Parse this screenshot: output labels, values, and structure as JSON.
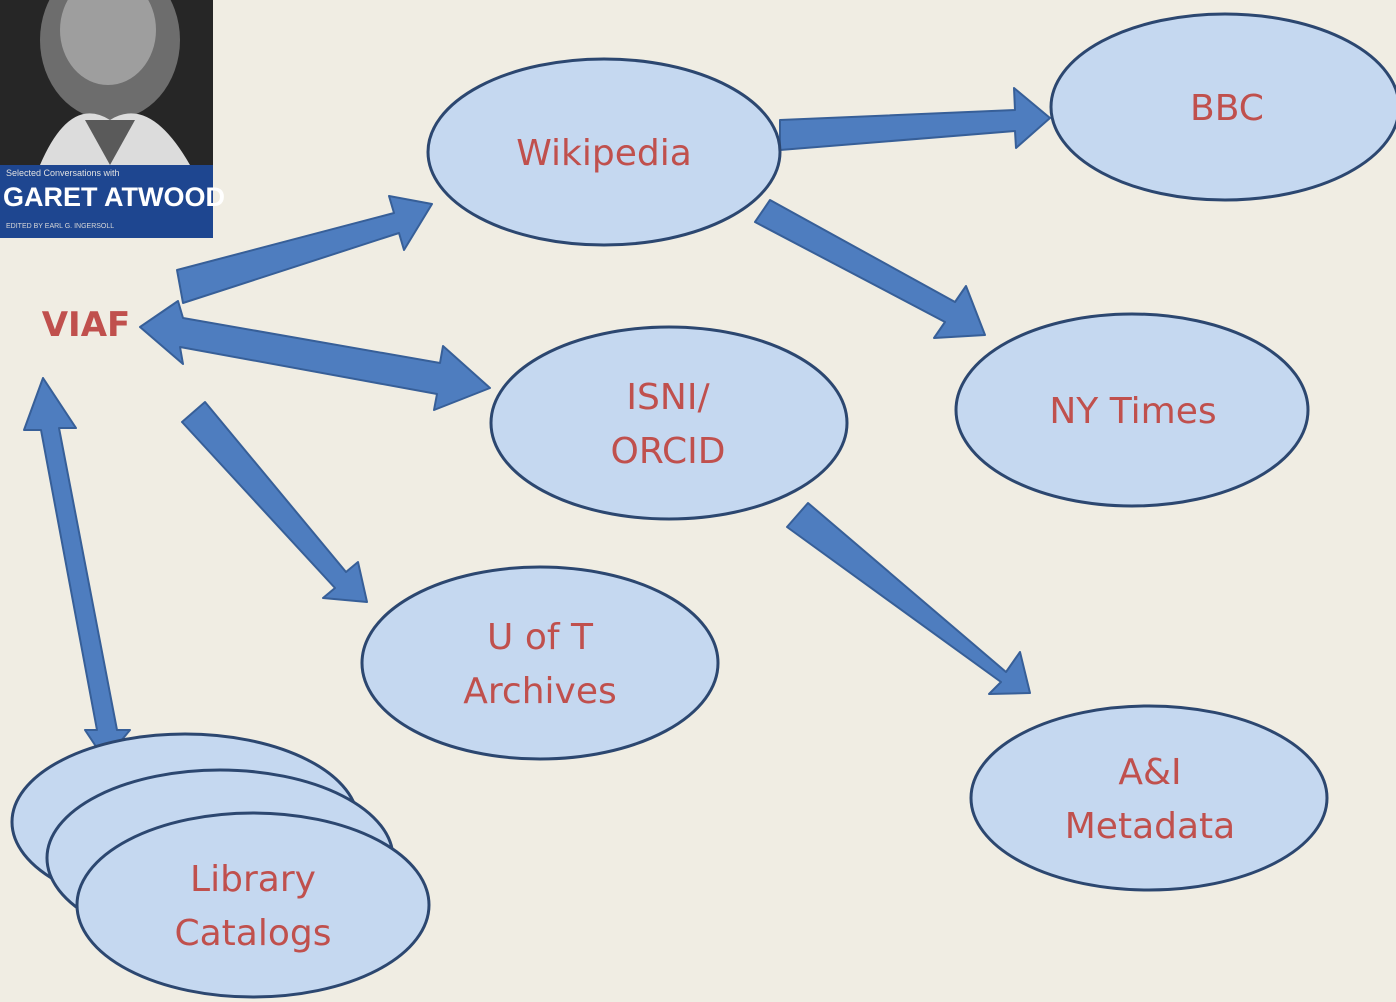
{
  "colors": {
    "background": "#f0ede3",
    "node_fill": "#c5d8f0",
    "node_stroke": "#2c4770",
    "arrow_fill": "#4e7dbf",
    "arrow_stroke": "#375f98",
    "label_text": "#c0504d",
    "cover_bg": "#1e4690"
  },
  "cover": {
    "small_caption": "Selected Conversations with",
    "name": "GARET ATWOOD",
    "editor": "EDITED BY EARL G. INGERSOLL"
  },
  "hub": {
    "label": "VIAF"
  },
  "nodes": {
    "wikipedia": {
      "lines": [
        "Wikipedia"
      ]
    },
    "bbc": {
      "lines": [
        "BBC"
      ]
    },
    "nytimes": {
      "lines": [
        "NY Times"
      ]
    },
    "isni": {
      "lines": [
        "ISNI/",
        "ORCID"
      ]
    },
    "uoft": {
      "lines": [
        "U of T",
        "Archives"
      ]
    },
    "ai": {
      "lines": [
        "A&I",
        "Metadata"
      ]
    },
    "library": {
      "lines": [
        "Library",
        "Catalogs"
      ]
    }
  }
}
